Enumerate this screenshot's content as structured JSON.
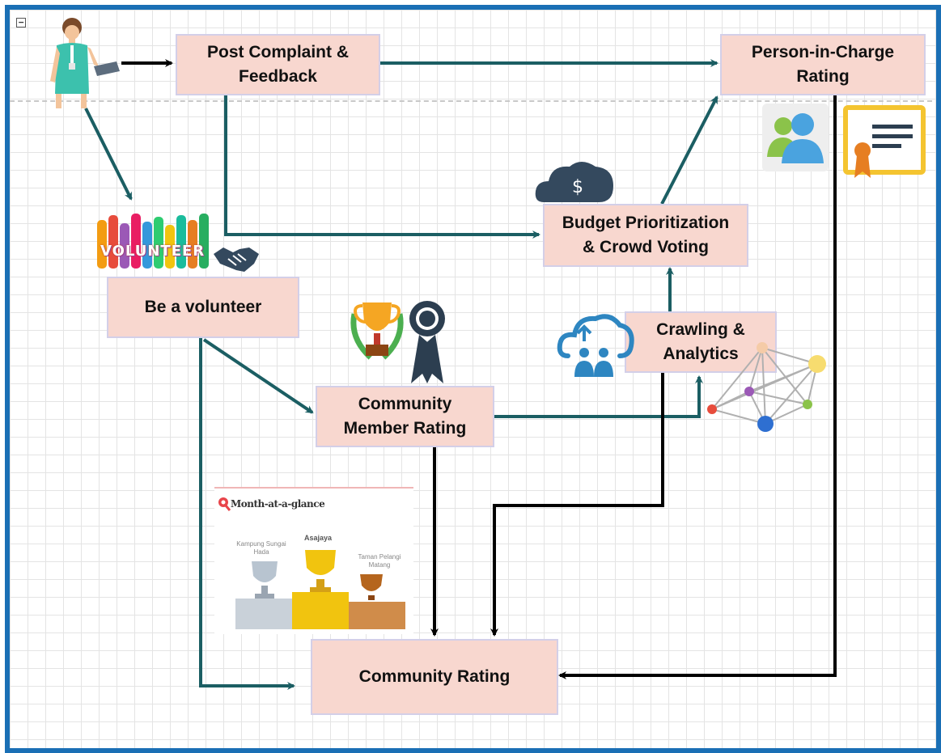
{
  "nodes": {
    "post_complaint": "Post Complaint &\nFeedback",
    "person_in_charge": "Person-in-Charge\nRating",
    "budget": "Budget Prioritization\n& Crowd Voting",
    "volunteer": "Be a volunteer",
    "crawling": "Crawling &\nAnalytics",
    "community_member": "Community\nMember Rating",
    "community_rating": "Community Rating"
  },
  "icons": {
    "volunteer_banner": "VOLUNTEER",
    "cloud_symbol": "$",
    "podium_title": "Month-at-a-glance",
    "podium_left": "Kampung Sungai Hada",
    "podium_center": "Asajaya",
    "podium_right": "Taman Pelangi Matang"
  },
  "colors": {
    "node_fill": "#f8d7cf",
    "node_border": "#d3cfe8",
    "teal_edge": "#1b5e63",
    "black_edge": "#000000",
    "frame": "#1a6fb5"
  }
}
